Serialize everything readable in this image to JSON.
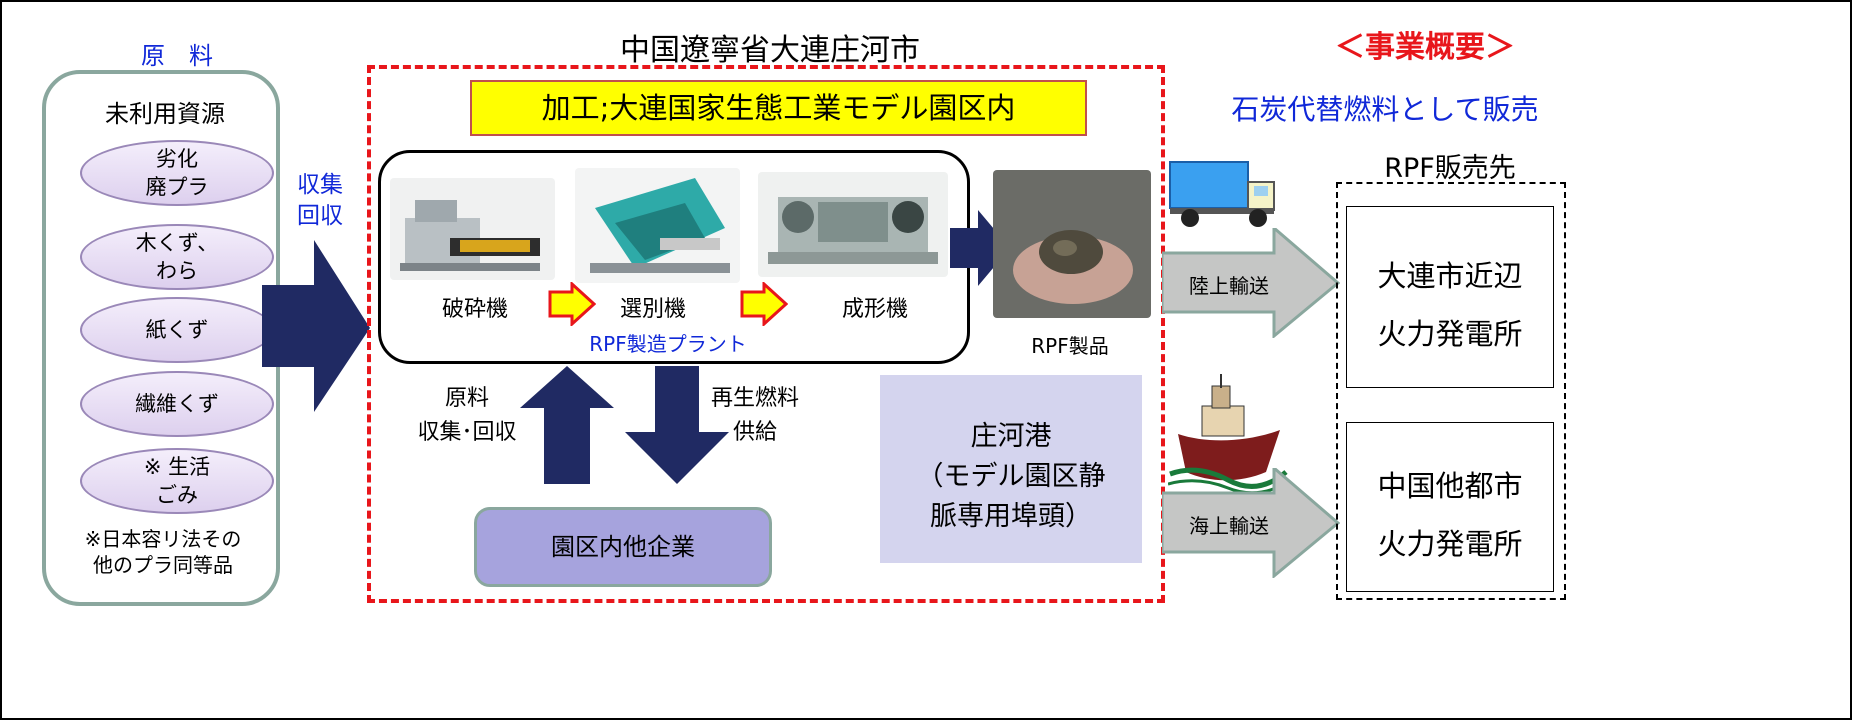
{
  "raw_materials": {
    "heading": "原　料",
    "box_title": "未利用資源",
    "items": [
      "劣化\n廃プラ",
      "木くず、\nわら",
      "紙くず",
      "繊維くず",
      "※ 生活\nごみ"
    ],
    "note": "※日本容リ法その\n他のプラ同等品"
  },
  "collect_label": "収集\n回収",
  "site_title": "中国遼寧省大連庄河市",
  "processing_banner": "加工;大連国家生態工業モデル園区内",
  "plant": {
    "label": "RPF製造プラント",
    "machines": [
      "破砕機",
      "選別機",
      "成形機"
    ]
  },
  "product_label": "RPF製品",
  "flows": {
    "up_label": "原料\n収集･回収",
    "down_label": "再生燃料\n供給"
  },
  "other_companies": "園区内他企業",
  "port": "庄河港\n（モデル園区静\n脈専用埠頭）",
  "business_overview": "＜事業概要＞",
  "sales_note": "石炭代替燃料として販売",
  "destinations": {
    "heading": "RPF販売先",
    "items": [
      "大連市近辺\n火力発電所",
      "中国他都市\n火力発電所"
    ]
  },
  "transport": {
    "land": "陸上輸送",
    "sea": "海上輸送"
  },
  "colors": {
    "navy_arrow": "#202a63",
    "red_dash": "#e8161b",
    "blue_text": "#1028d8",
    "banner_yellow": "#ffff00",
    "port_box": "#d4d4ee",
    "companies_box": "#a6a3dd",
    "gray_arrow": "#c5c6c5"
  }
}
